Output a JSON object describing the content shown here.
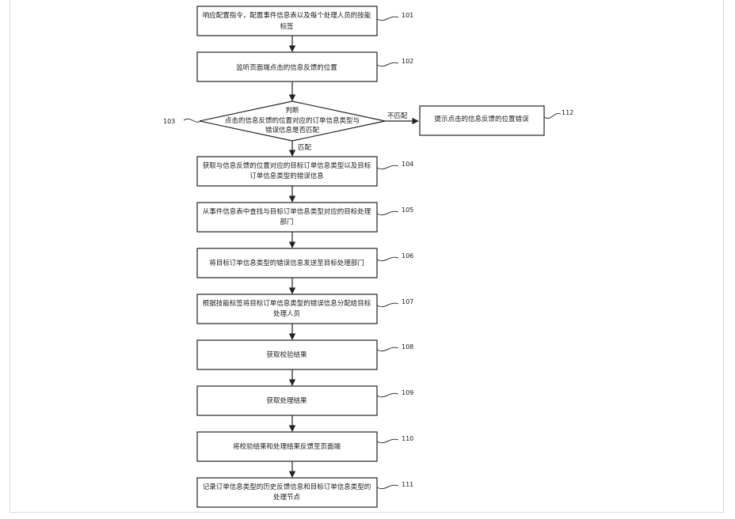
{
  "diagram": {
    "steps": [
      {
        "id": "101",
        "line1": "响应配置指令，配置事件信息表以及每个处理人员的技能",
        "line2": "标签"
      },
      {
        "id": "102",
        "line1": "监听页面端点击的信息反馈的位置",
        "line2": ""
      },
      {
        "id": "104",
        "line1": "获取与信息反馈的位置对应的目标订单信息类型以及目标",
        "line2": "订单信息类型的错误信息"
      },
      {
        "id": "105",
        "line1": "从事件信息表中查找与目标订单信息类型对应的目标处理",
        "line2": "部门"
      },
      {
        "id": "106",
        "line1": "将目标订单信息类型的错误信息发送至目标处理部门",
        "line2": ""
      },
      {
        "id": "107",
        "line1": "根据技能标签将目标订单信息类型的错误信息分配给目标",
        "line2": "处理人员"
      },
      {
        "id": "108",
        "line1": "获取校验结果",
        "line2": ""
      },
      {
        "id": "109",
        "line1": "获取处理结果",
        "line2": ""
      },
      {
        "id": "110",
        "line1": "将校验结果和处理结果反馈至页面端",
        "line2": ""
      },
      {
        "id": "111",
        "line1": "记录订单信息类型的历史反馈信息和目标订单信息类型的",
        "line2": "处理节点"
      }
    ],
    "decision": {
      "id": "103",
      "line1": "判断",
      "line2": "点击的信息反馈的位置对应的订单信息类型与",
      "line3": "错误信息是否匹配"
    },
    "side_box": {
      "id": "112",
      "text": "提示点击的信息反馈的位置错误"
    },
    "labels": {
      "no_match": "不匹配",
      "match": "匹配"
    }
  }
}
